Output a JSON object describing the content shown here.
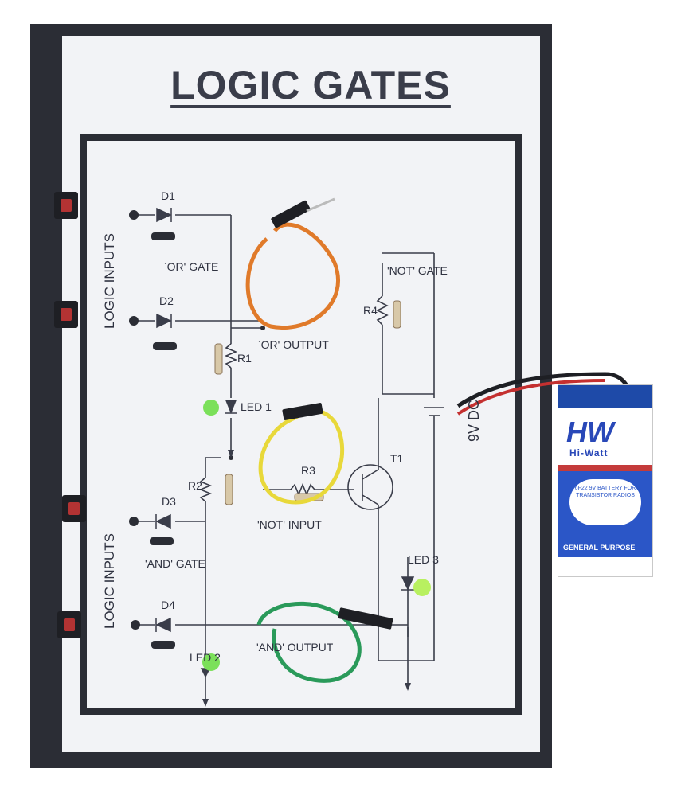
{
  "title": "LOGIC GATES",
  "labels": {
    "logic_inputs_top": "LOGIC INPUTS",
    "logic_inputs_bottom": "LOGIC INPUTS",
    "d1": "D1",
    "d2": "D2",
    "d3": "D3",
    "d4": "D4",
    "or_gate": "`OR' GATE",
    "or_output": "`OR' OUTPUT",
    "r1": "R1",
    "r2": "R2",
    "r3": "R3",
    "r4": "R4",
    "led1": "LED 1",
    "led2": "LED 2",
    "led3": "LED 3",
    "not_gate": "'NOT' GATE",
    "not_input": "'NOT' INPUT",
    "and_gate": "'AND' GATE",
    "and_output": "'AND' OUTPUT",
    "t1": "T1",
    "voltage": "9V DC"
  },
  "battery": {
    "brand": "HW",
    "sub": "Hi-Watt",
    "spec": "6F22 9V BATTERY FOR TRANSISTOR RADIOS",
    "purpose": "GENERAL PURPOSE"
  },
  "colors": {
    "board": "#2b2d35",
    "sheet": "#f2f3f6",
    "orange_wire": "#e07a2a",
    "yellow_wire": "#e8d83a",
    "green_wire": "#2a9a5a",
    "led_green": "#7be05a",
    "button_red": "#b33333",
    "battery_blue": "#2b56c7"
  }
}
